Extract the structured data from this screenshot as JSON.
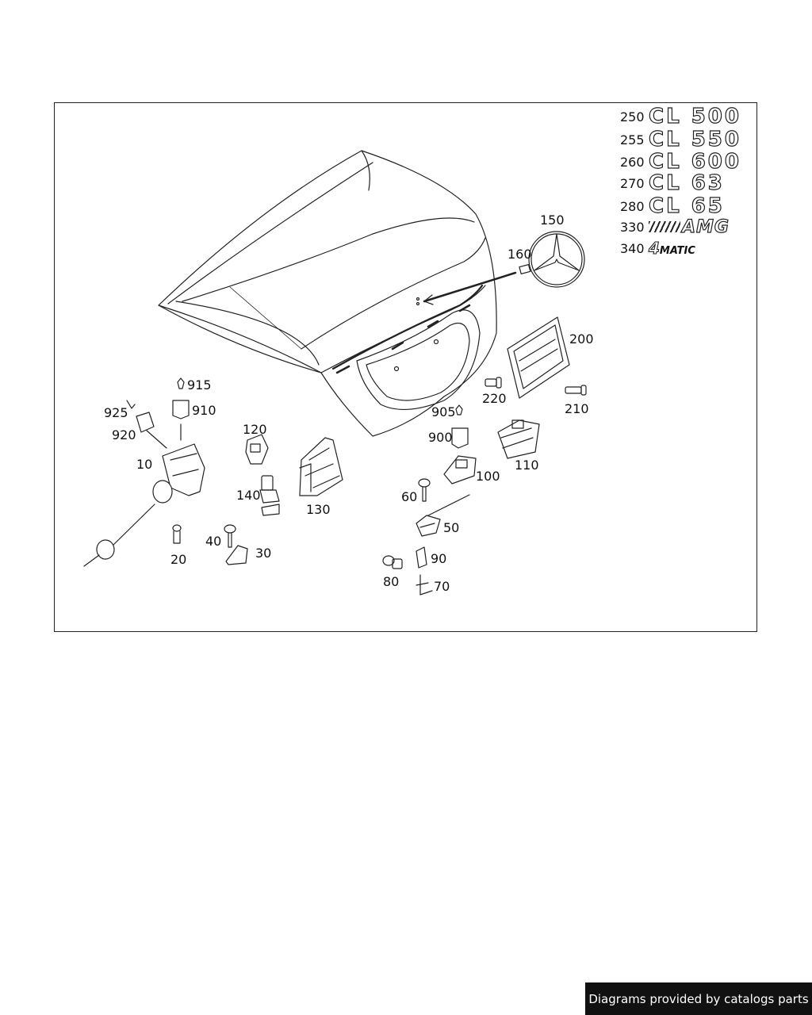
{
  "callouts": [
    {
      "id": "c10",
      "text": "10"
    },
    {
      "id": "c20",
      "text": "20"
    },
    {
      "id": "c30",
      "text": "30"
    },
    {
      "id": "c40",
      "text": "40"
    },
    {
      "id": "c50",
      "text": "50"
    },
    {
      "id": "c60",
      "text": "60"
    },
    {
      "id": "c70",
      "text": "70"
    },
    {
      "id": "c80",
      "text": "80"
    },
    {
      "id": "c90",
      "text": "90"
    },
    {
      "id": "c100",
      "text": "100"
    },
    {
      "id": "c110",
      "text": "110"
    },
    {
      "id": "c120",
      "text": "120"
    },
    {
      "id": "c130",
      "text": "130"
    },
    {
      "id": "c140",
      "text": "140"
    },
    {
      "id": "c150",
      "text": "150"
    },
    {
      "id": "c160",
      "text": "160"
    },
    {
      "id": "c200",
      "text": "200"
    },
    {
      "id": "c210",
      "text": "210"
    },
    {
      "id": "c220",
      "text": "220"
    },
    {
      "id": "c900",
      "text": "900"
    },
    {
      "id": "c905",
      "text": "905"
    },
    {
      "id": "c910",
      "text": "910"
    },
    {
      "id": "c915",
      "text": "915"
    },
    {
      "id": "c920",
      "text": "920"
    },
    {
      "id": "c925",
      "text": "925"
    }
  ],
  "badges": [
    {
      "num": "250",
      "text": "CL 500"
    },
    {
      "num": "255",
      "text": "CL 550"
    },
    {
      "num": "260",
      "text": "CL 600"
    },
    {
      "num": "270",
      "text": "CL 63"
    },
    {
      "num": "280",
      "text": "CL 65"
    },
    {
      "num": "330",
      "text": "AMG"
    },
    {
      "num": "340",
      "text_main": "4",
      "text_sub": "MATIC"
    }
  ],
  "footer": {
    "text": "Diagrams provided by catalogs parts"
  },
  "colors": {
    "line": "#222222",
    "background": "#ffffff",
    "footer_bg": "#111111",
    "footer_text": "#ffffff"
  }
}
